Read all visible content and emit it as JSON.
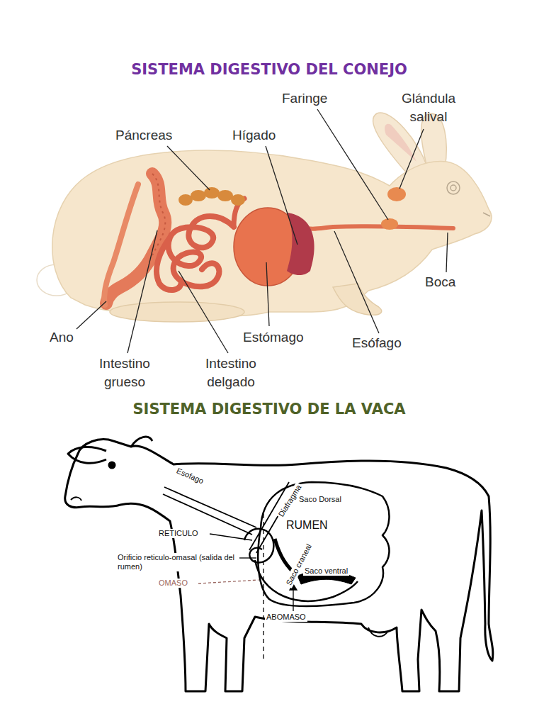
{
  "diagram": {
    "title": "SISTEMA DIGESTIVO DEL CONEJO",
    "labels": [
      "SISTEMA DIGESTIVO DE LA VACA",
      "Páncreas",
      "Hígado",
      "Faringe",
      "Glándula salival",
      "Boca",
      "Ano",
      "Intestino grueso",
      "Intestino delgado",
      "Estómago",
      "Esófago",
      "Esofago",
      "Diafragma",
      "Saco Dorsal",
      "RUMEN",
      "RETICULO",
      "Orificio reticulo-omasal (salida del rumen)",
      "OMASO",
      "Saco craneal",
      "Saco ventral",
      "ABOMASO"
    ]
  }
}
